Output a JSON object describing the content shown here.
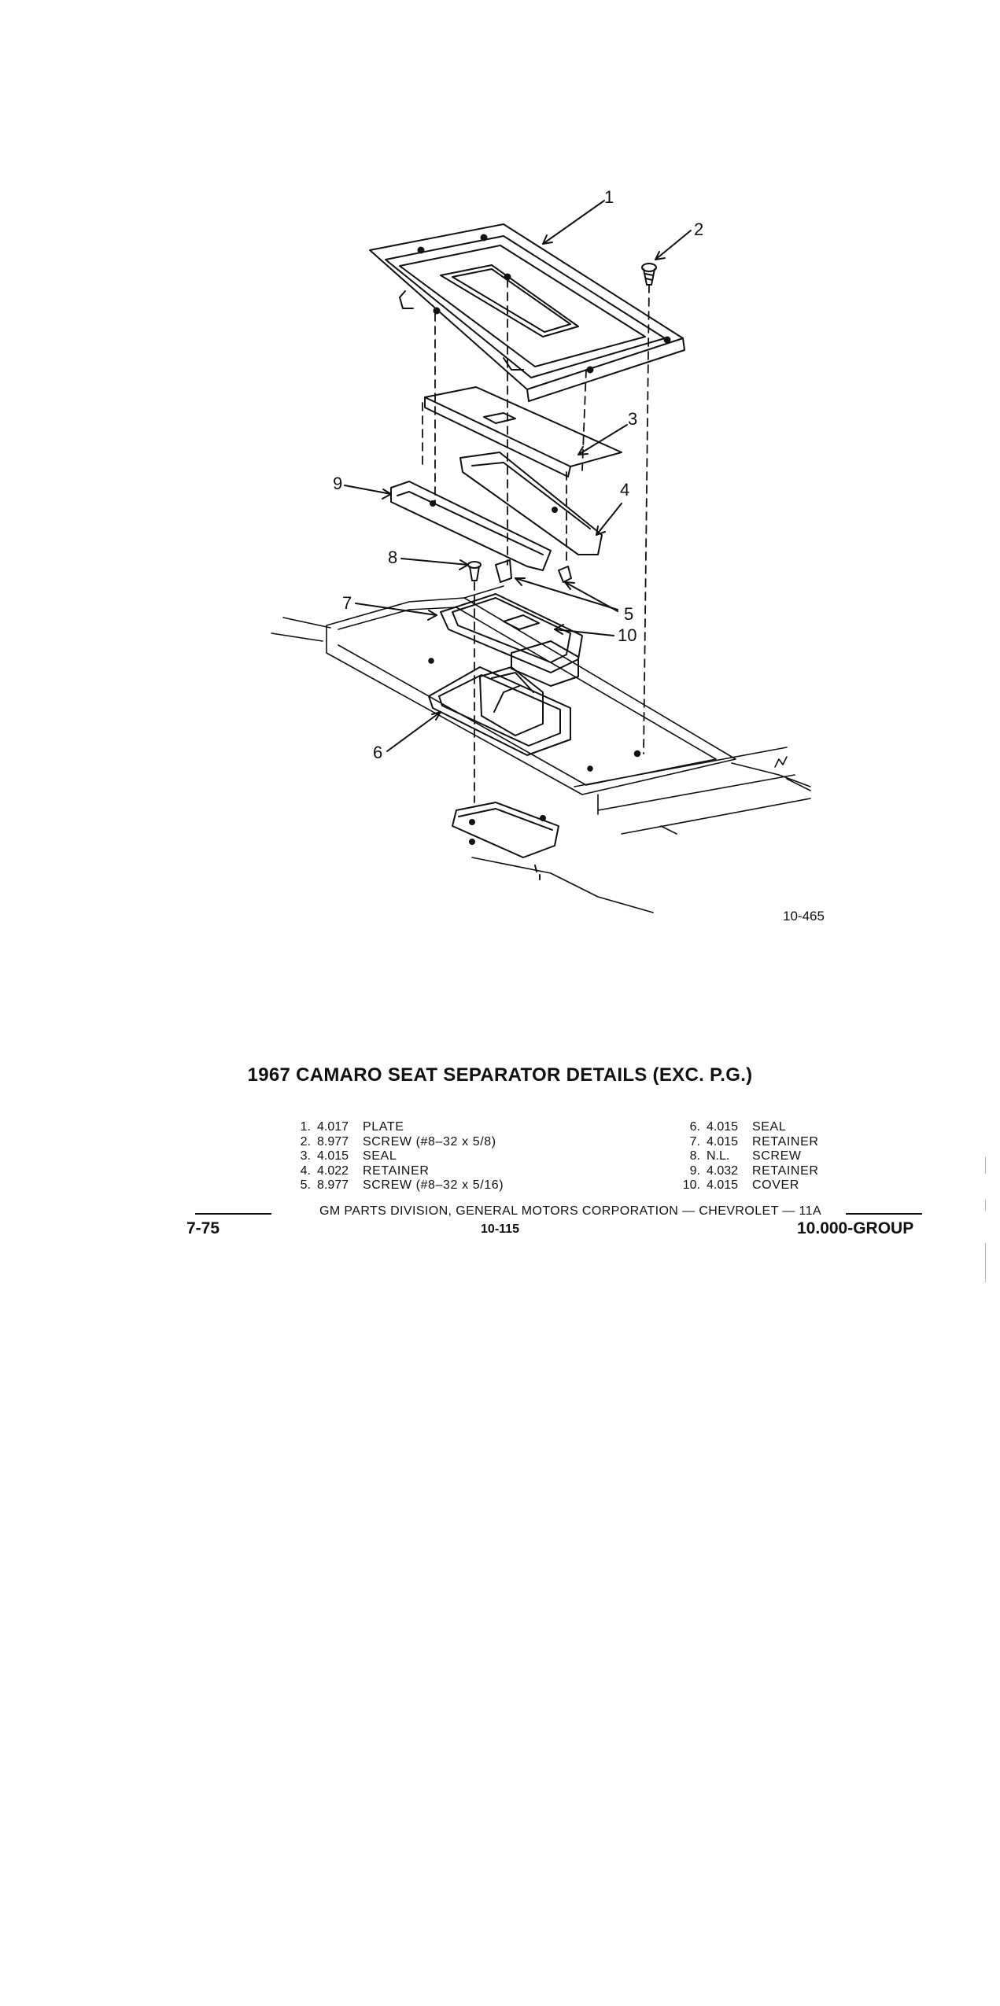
{
  "figure": {
    "callouts": [
      "1",
      "2",
      "3",
      "4",
      "5",
      "6",
      "7",
      "8",
      "9",
      "10"
    ],
    "figure_code": "10-465"
  },
  "title": "1967 CAMARO SEAT SEPARATOR DETAILS (EXC. P.G.)",
  "parts_left": [
    {
      "num": "1.",
      "code": "4.017",
      "desc": "PLATE"
    },
    {
      "num": "2.",
      "code": "8.977",
      "desc": "SCREW (#8–32 x 5/8)"
    },
    {
      "num": "3.",
      "code": "4.015",
      "desc": "SEAL"
    },
    {
      "num": "4.",
      "code": "4.022",
      "desc": "RETAINER"
    },
    {
      "num": "5.",
      "code": "8.977",
      "desc": "SCREW (#8–32 x 5/16)"
    }
  ],
  "parts_right": [
    {
      "num": "6.",
      "code": "4.015",
      "desc": "SEAL"
    },
    {
      "num": "7.",
      "code": "4.015",
      "desc": "RETAINER"
    },
    {
      "num": "8.",
      "code": "N.L.",
      "desc": "SCREW"
    },
    {
      "num": "9.",
      "code": "4.032",
      "desc": "RETAINER"
    },
    {
      "num": "10.",
      "code": "4.015",
      "desc": "COVER"
    }
  ],
  "footer": {
    "division": "GM PARTS DIVISION, GENERAL MOTORS CORPORATION — CHEVROLET — 11A",
    "page_left": "7-75",
    "page_center": "10-115",
    "page_right": "10.000-GROUP"
  }
}
